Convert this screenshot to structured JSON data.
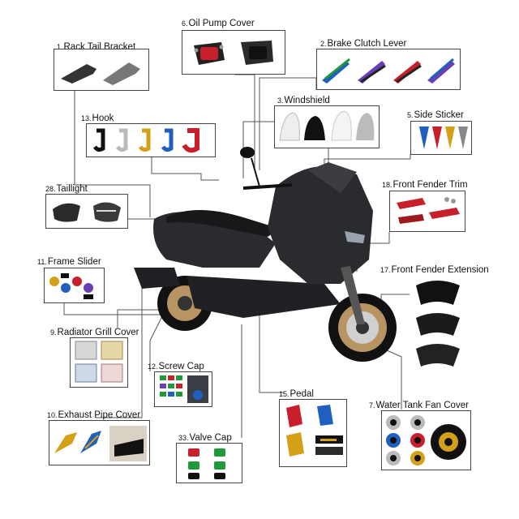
{
  "parts": [
    {
      "id": "p6",
      "num": "6.",
      "name": "Oil Pump Cover"
    },
    {
      "id": "p1",
      "num": "1.",
      "name": "Rack Tail Bracket"
    },
    {
      "id": "p2",
      "num": "2.",
      "name": "Brake Clutch Lever"
    },
    {
      "id": "p3",
      "num": "3.",
      "name": "Windshield"
    },
    {
      "id": "p13",
      "num": "13.",
      "name": "Hook"
    },
    {
      "id": "p5",
      "num": "5.",
      "name": "Side Sticker"
    },
    {
      "id": "p28",
      "num": "28.",
      "name": "Taillight"
    },
    {
      "id": "p18",
      "num": "18.",
      "name": "Front Fender Trim"
    },
    {
      "id": "p11",
      "num": "11.",
      "name": "Frame Slider"
    },
    {
      "id": "p17",
      "num": "17.",
      "name": "Front Fender Extension"
    },
    {
      "id": "p9",
      "num": "9.",
      "name": "Radiator Grill Cover"
    },
    {
      "id": "p12",
      "num": "12.",
      "name": "Screw Cap"
    },
    {
      "id": "p15",
      "num": "15.",
      "name": "Pedal"
    },
    {
      "id": "p10",
      "num": "10.",
      "name": "Exhaust Pipe Cover"
    },
    {
      "id": "p7",
      "num": "7.",
      "name": "Water Tank Fan Cover"
    },
    {
      "id": "p33",
      "num": "33.",
      "name": "Valve Cap"
    }
  ],
  "colors": {
    "body": "#2a2b2e",
    "body_dark": "#17181a",
    "rim": "#b89462",
    "tire": "#111111",
    "red": "#c8202a",
    "blue": "#1f5fbf",
    "gold": "#d4a017",
    "green": "#1f9a3a",
    "purple": "#6a3fb5"
  }
}
